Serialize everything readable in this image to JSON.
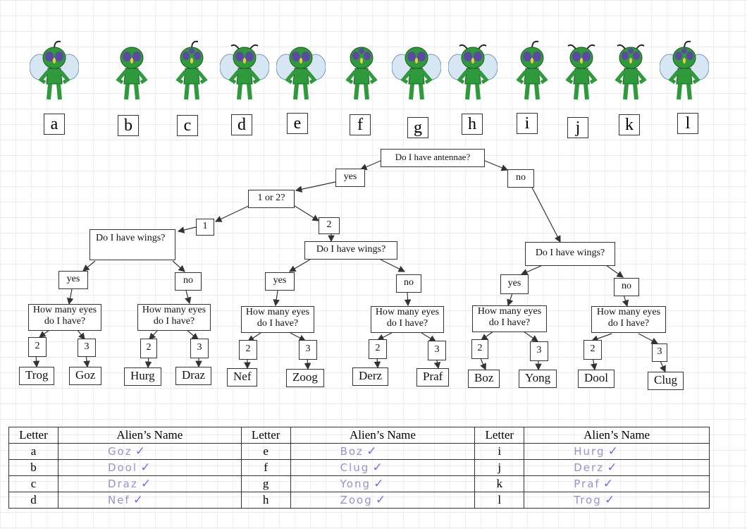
{
  "aliens": [
    {
      "letter": "a",
      "antennae": 1,
      "wings": true,
      "eyes": 2
    },
    {
      "letter": "b",
      "antennae": 0,
      "wings": false,
      "eyes": 2
    },
    {
      "letter": "c",
      "antennae": 1,
      "wings": false,
      "eyes": 3
    },
    {
      "letter": "d",
      "antennae": 2,
      "wings": true,
      "eyes": 2
    },
    {
      "letter": "e",
      "antennae": 0,
      "wings": true,
      "eyes": 2
    },
    {
      "letter": "f",
      "antennae": 0,
      "wings": false,
      "eyes": 3
    },
    {
      "letter": "g",
      "antennae": 0,
      "wings": true,
      "eyes": 2
    },
    {
      "letter": "h",
      "antennae": 2,
      "wings": true,
      "eyes": 2
    },
    {
      "letter": "i",
      "antennae": 1,
      "wings": false,
      "eyes": 2
    },
    {
      "letter": "j",
      "antennae": 2,
      "wings": false,
      "eyes": 2
    },
    {
      "letter": "k",
      "antennae": 2,
      "wings": false,
      "eyes": 3
    },
    {
      "letter": "l",
      "antennae": 1,
      "wings": true,
      "eyes": 3
    }
  ],
  "key": {
    "root": "Do I have antennae?",
    "yes": "yes",
    "no": "no",
    "one_or_two": "1 or 2?",
    "one": "1",
    "two": "2",
    "wings_1": "Do I have wings?",
    "wings_2": "Do I have wings?",
    "wings_no": "Do I have wings?",
    "eyes_q": "How many eyes do I have?",
    "eyes_2": "2",
    "eyes_3": "3",
    "names": [
      "Trog",
      "Goz",
      "Hurg",
      "Draz",
      "Nef",
      "Zoog",
      "Derz",
      "Praf",
      "Boz",
      "Yong",
      "Dool",
      "Clug"
    ]
  },
  "table": {
    "col_letter": "Letter",
    "col_name": "Alien’s Name",
    "rows": [
      [
        {
          "letter": "a",
          "answer": "Goz"
        },
        {
          "letter": "e",
          "answer": "Boz"
        },
        {
          "letter": "i",
          "answer": "Hurg"
        }
      ],
      [
        {
          "letter": "b",
          "answer": "Dool"
        },
        {
          "letter": "f",
          "answer": "Clug"
        },
        {
          "letter": "j",
          "answer": "Derz"
        }
      ],
      [
        {
          "letter": "c",
          "answer": "Draz"
        },
        {
          "letter": "g",
          "answer": "Yong"
        },
        {
          "letter": "k",
          "answer": "Praf"
        }
      ],
      [
        {
          "letter": "d",
          "answer": "Nef"
        },
        {
          "letter": "h",
          "answer": "Zoog"
        },
        {
          "letter": "l",
          "answer": "Trog"
        }
      ]
    ],
    "tick": "✓"
  },
  "colors": {
    "alien_body": "#2f9a3c",
    "alien_eye": "#5b4aa0",
    "wing": "#d6e6f3",
    "answer_ink": "#9a8fd0",
    "tick_ink": "#7b6ae0"
  }
}
